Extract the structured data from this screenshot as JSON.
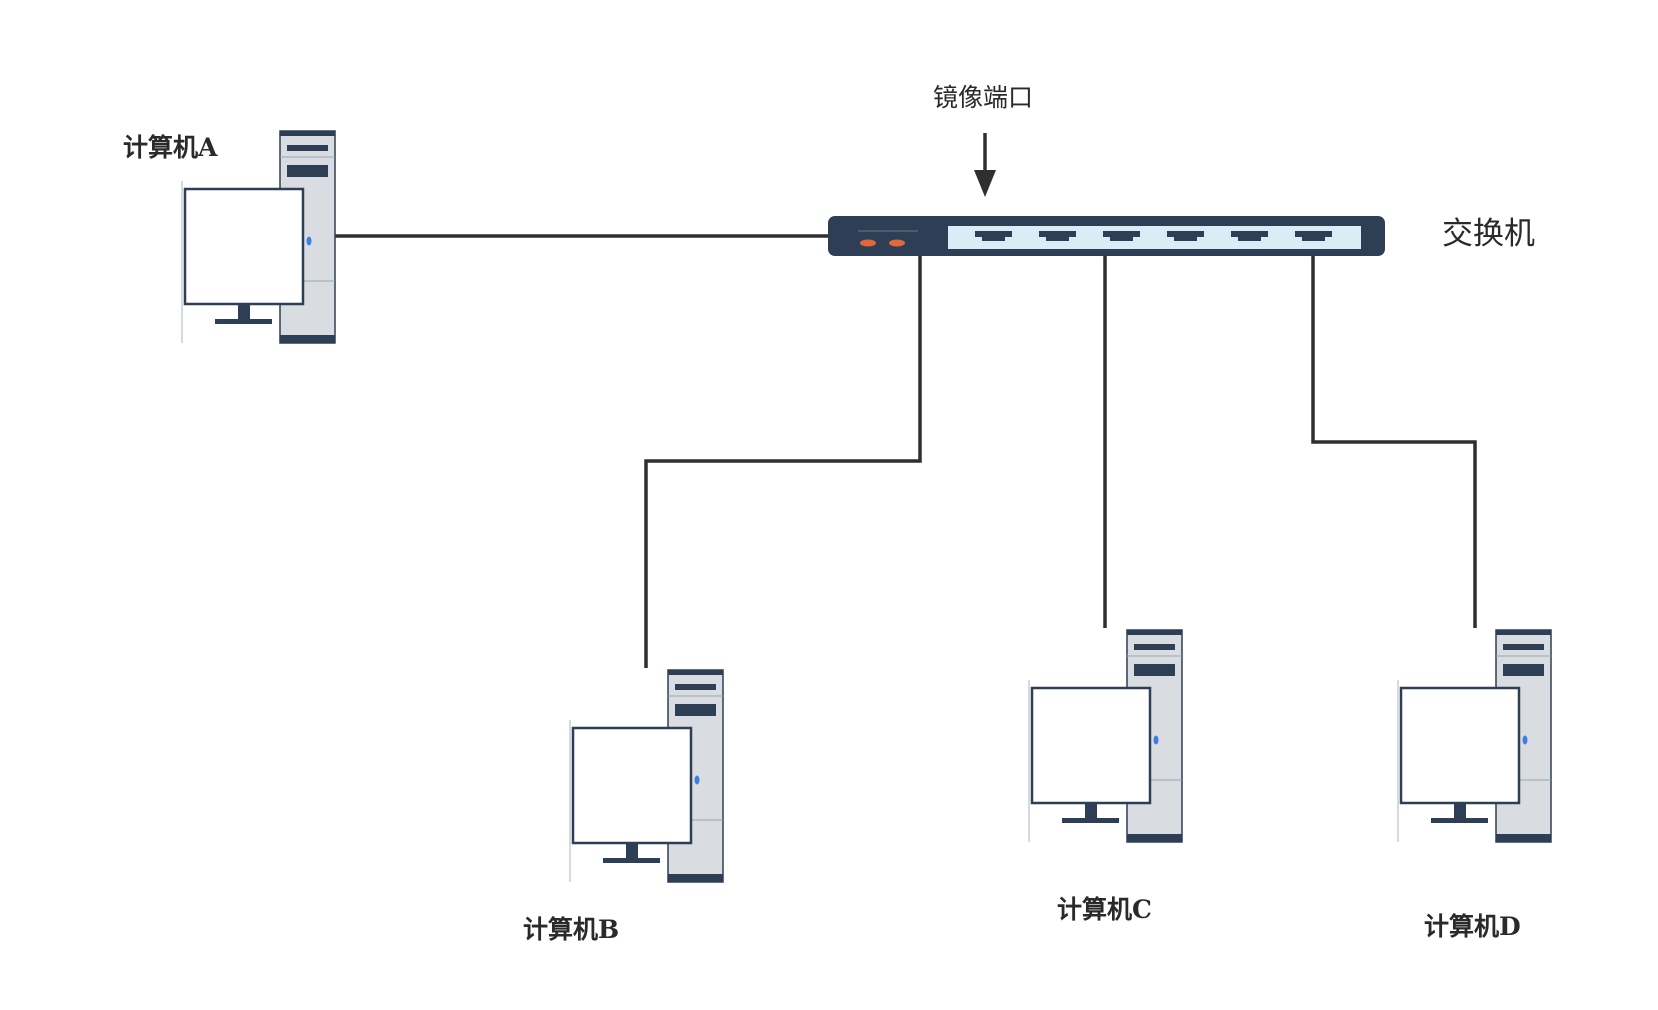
{
  "diagram": {
    "switch_label": "交换机",
    "mirror_port_label": "镜像端口",
    "computers": [
      {
        "id": "A",
        "label": "计算机A"
      },
      {
        "id": "B",
        "label": "计算机B"
      },
      {
        "id": "C",
        "label": "计算机C"
      },
      {
        "id": "D",
        "label": "计算机D"
      }
    ],
    "switch_port_count": 6,
    "connections": [
      {
        "from": "computer-A",
        "to": "switch"
      },
      {
        "from": "switch",
        "to": "computer-B"
      },
      {
        "from": "switch",
        "to": "computer-C"
      },
      {
        "from": "switch",
        "to": "computer-D"
      }
    ],
    "colors": {
      "line": "#2f2f2f",
      "switch_body": "#2d3e55",
      "switch_panel": "#dcecf7",
      "led": "#e0683a",
      "tower": "#d9dde2",
      "tower_dark": "#2d3e55",
      "drive_light": "#3d7fe0"
    }
  }
}
